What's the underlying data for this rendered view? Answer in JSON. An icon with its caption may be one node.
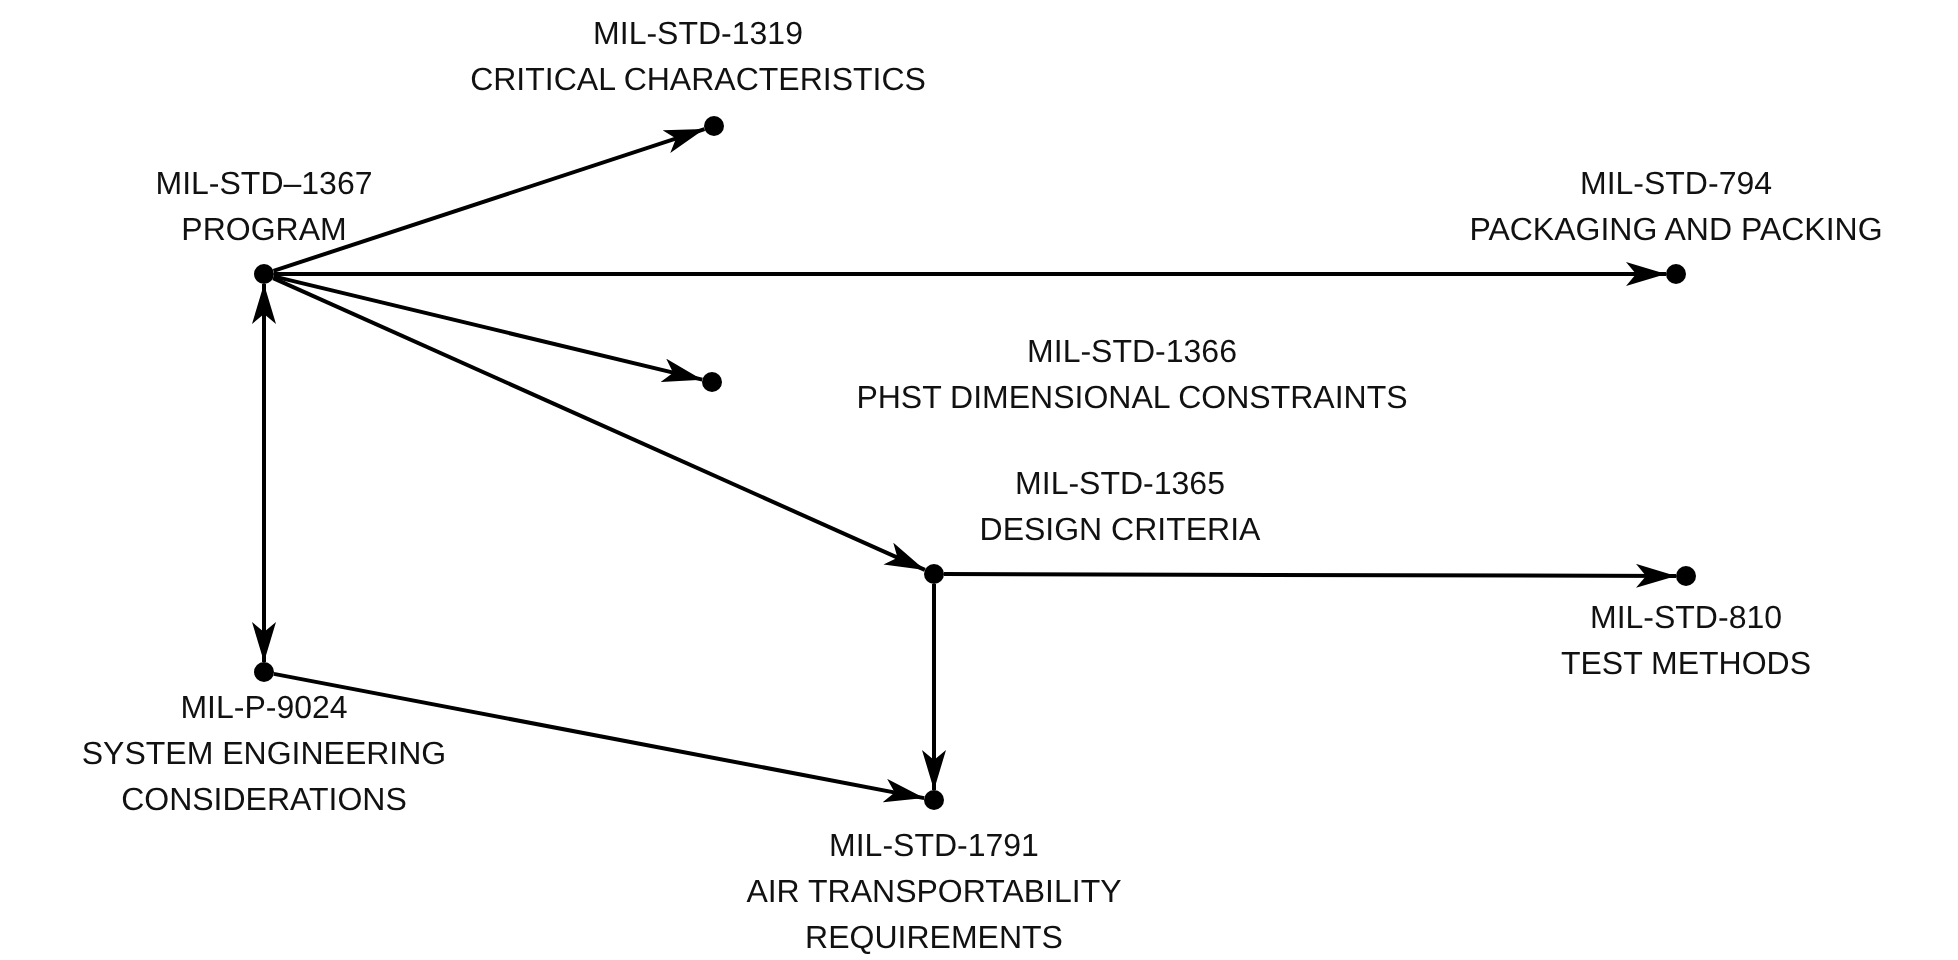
{
  "diagram": {
    "nodes": [
      {
        "text": [],
        "shape": "circle",
        "beside": [
          "MIL-STD–1367",
          "PROGRAM"
        ]
      },
      {
        "text": [],
        "shape": "circle",
        "beside": [
          "MIL-STD-1319",
          "CRITICAL CHARACTERISTICS"
        ]
      },
      {
        "text": [],
        "shape": "circle",
        "beside": [
          "MIL-STD-794",
          "PACKAGING AND PACKING"
        ]
      },
      {
        "text": [],
        "shape": "circle",
        "beside": [
          "MIL-STD-1366",
          "PHST DIMENSIONAL CONSTRAINTS"
        ]
      },
      {
        "text": [],
        "shape": "circle",
        "beside": [
          "MIL-STD-1365",
          "DESIGN CRITERIA"
        ]
      },
      {
        "text": [],
        "shape": "circle",
        "beside": [
          "MIL-STD-810",
          "TEST METHODS"
        ]
      },
      {
        "text": [],
        "shape": "circle",
        "beside": [
          "MIL-P-9024",
          "SYSTEM ENGINEERING CONSIDERATIONS"
        ]
      },
      {
        "text": [],
        "shape": "circle",
        "beside": [
          "MIL-STD-1791",
          "AIR TRANSPORTABILITY REQUIREMENTS"
        ]
      }
    ],
    "edges": [
      {
        "from": 0,
        "to": 1,
        "arrow": "to"
      },
      {
        "from": 0,
        "to": 2,
        "arrow": "to"
      },
      {
        "from": 0,
        "to": 3,
        "arrow": "to"
      },
      {
        "from": 0,
        "to": 4,
        "arrow": "to"
      },
      {
        "from": 0,
        "to": 6,
        "arrow": "both"
      },
      {
        "from": 4,
        "to": 5,
        "arrow": "to"
      },
      {
        "from": 4,
        "to": 7,
        "arrow": "to"
      },
      {
        "from": 6,
        "to": 7,
        "arrow": "to"
      }
    ]
  }
}
